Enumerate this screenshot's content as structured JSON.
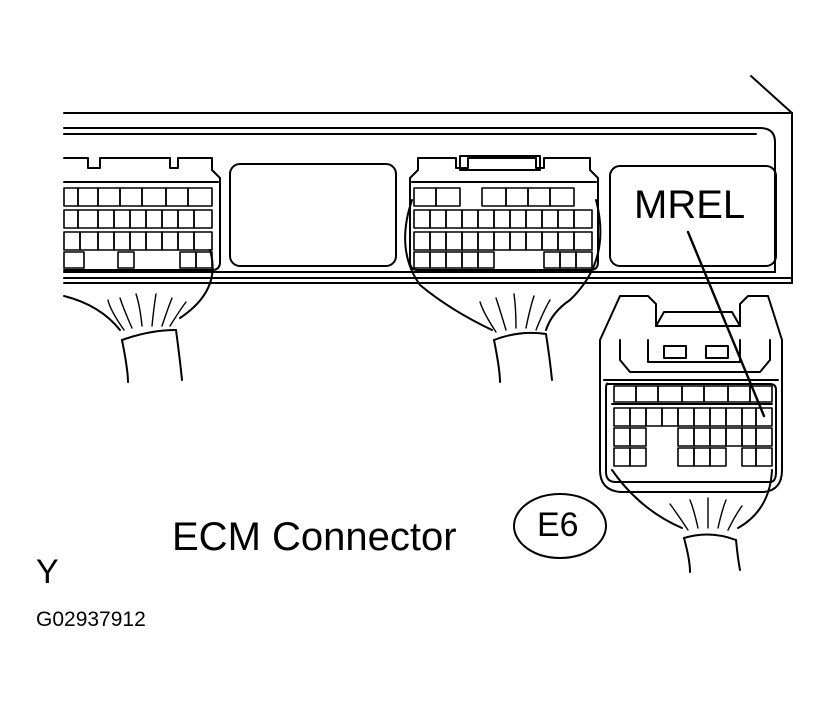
{
  "labels": {
    "terminal": "MREL",
    "connector_caption": "ECM Connector",
    "connector_code": "E6",
    "corner_letter": "Y",
    "figure_id": "G02937912"
  },
  "colors": {
    "ink": "#000000",
    "paper": "#ffffff"
  }
}
